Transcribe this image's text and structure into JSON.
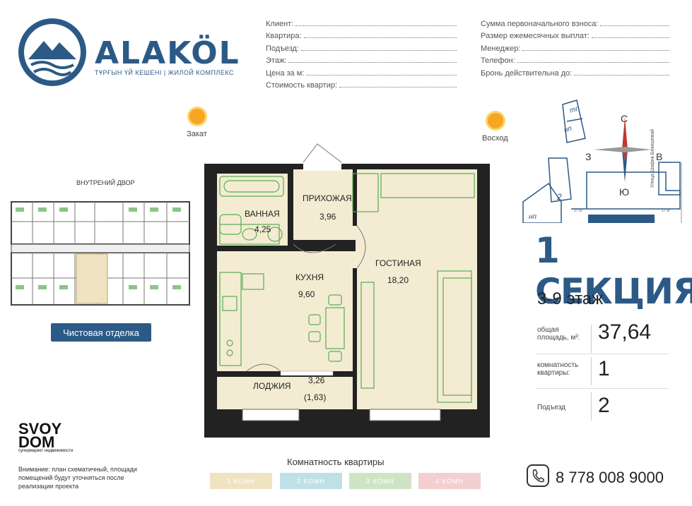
{
  "brand": {
    "name": "ALAKÖL",
    "subtitle": "ТҰРҒЫН ҮЙ КЕШЕНІ | ЖИЛОЙ КОМПЛЕКС"
  },
  "form_left": [
    {
      "label": "Клиент:"
    },
    {
      "label": "Квартира:"
    },
    {
      "label": "Подъезд:"
    },
    {
      "label": "Этаж:"
    },
    {
      "label": "Цена за м:"
    },
    {
      "label": "Стоимость квартир:"
    }
  ],
  "form_right": [
    {
      "label": "Сумма первоначального взноса:"
    },
    {
      "label": "Размер ежемесячных выплат:"
    },
    {
      "label": "Менеджер:"
    },
    {
      "label": "Телефон:"
    },
    {
      "label": "Бронь действительна до:"
    }
  ],
  "sun": {
    "sunset": "Закат",
    "sunrise": "Восход"
  },
  "floor_plan": {
    "title": "ВНУТРЕНИЙ ДВОР",
    "finish_button": "Чистовая отделка"
  },
  "rooms": {
    "bath": {
      "name": "ВАННАЯ",
      "area": "4,25"
    },
    "hall": {
      "name": "ПРИХОЖАЯ",
      "area": "3,96"
    },
    "kitchen": {
      "name": "КУХНЯ",
      "area": "9,60"
    },
    "living": {
      "name": "ГОСТИНАЯ",
      "area": "18,20"
    },
    "loggia": {
      "name": "ЛОДЖИЯ",
      "area": "3,26",
      "area_sub": "(1,63)"
    }
  },
  "site_map": {
    "labels": {
      "tp": "тп",
      "np1": "нп",
      "np2": "нп",
      "num": "2",
      "street": "Улица Шафик Бекишевай",
      "d1": "17 эт",
      "d2": "17 эт"
    },
    "compass": {
      "n": "С",
      "s": "Ю",
      "w": "З",
      "e": "В"
    }
  },
  "section": {
    "title": "1 СЕКЦИЯ",
    "floors": "3-9 этаж",
    "stats": [
      {
        "label": "общая площадь, м²:",
        "value": "37,64"
      },
      {
        "label": "комнатность квартиры:",
        "value": "1"
      },
      {
        "label": "Подъезд",
        "value": "2"
      }
    ]
  },
  "footer": {
    "svoy_line1": "SVOY",
    "svoy_line2": "DOM",
    "svoy_sub": "супермаркет недвижимости",
    "note": "Внимание: план схематичный, площади помещений будут уточняться после реализации проекта",
    "rooms_title": "Комнатность квартиры",
    "room_chips": [
      "1 КОМН",
      "2 КОМН",
      "3 КОМН",
      "4 КОМН"
    ],
    "phone": "8 778 008 9000"
  },
  "colors": {
    "brand": "#2c5a86",
    "chip1": "#efe3c2",
    "chip2": "#bfe0e6",
    "chip3": "#cfe4c5",
    "chip4": "#f3cfcf",
    "floor": "#f3ecd2",
    "furniture": "#5aab55"
  }
}
